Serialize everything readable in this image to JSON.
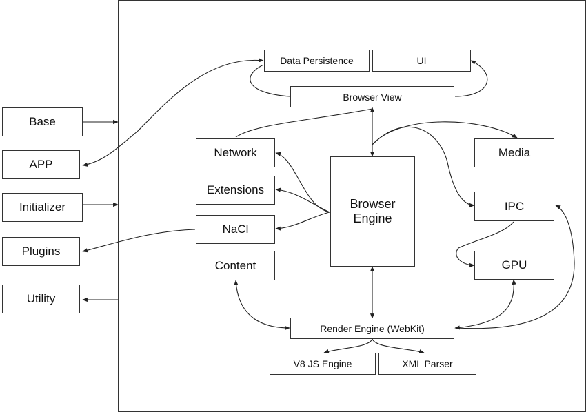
{
  "external_modules": {
    "base": "Base",
    "app": "APP",
    "initializer": "Initializer",
    "plugins": "Plugins",
    "utility": "Utility"
  },
  "top": {
    "data_persistence": "Data Persistence",
    "ui": "UI",
    "browser_view": "Browser View"
  },
  "left_components": {
    "network": "Network",
    "extensions": "Extensions",
    "nacl": "NaCl",
    "content": "Content"
  },
  "browser_engine": {
    "line1": "Browser",
    "line2": "Engine"
  },
  "right_components": {
    "media": "Media",
    "ipc": "IPC",
    "gpu": "GPU"
  },
  "bottom": {
    "render_engine": "Render Engine (WebKit)",
    "v8": "V8 JS Engine",
    "xml_parser": "XML Parser"
  }
}
